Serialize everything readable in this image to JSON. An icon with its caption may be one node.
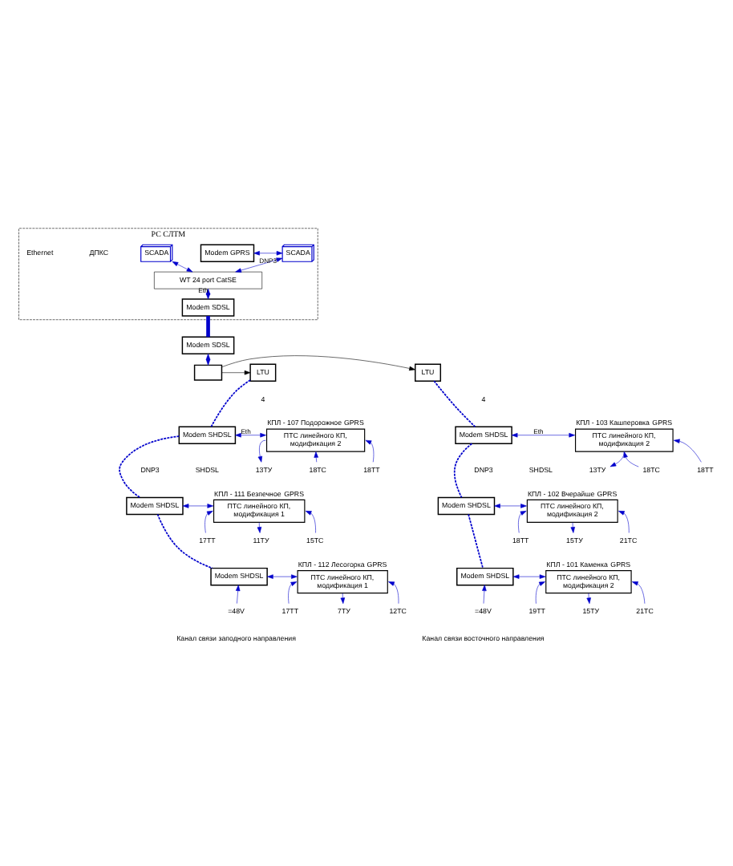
{
  "diagram": {
    "nodes": [
      {
        "text": [
          "РС СЛТМ"
        ]
      },
      {
        "text": [
          "Modem GPRS"
        ],
        "in": 0
      },
      {
        "text": [
          "SCADA"
        ],
        "in": 0
      },
      {
        "text": [
          "SCADA"
        ],
        "in": 0
      },
      {
        "text": [
          "WT 24 port CatSE"
        ],
        "in": 0
      },
      {
        "text": [
          "Modem SDSL"
        ],
        "in": 0
      },
      {
        "text": [
          "Modem SDSL"
        ]
      },
      {
        "text": [],
        "shape": "box"
      },
      {
        "text": [
          "LTU"
        ]
      },
      {
        "text": [
          "LTU"
        ]
      },
      {
        "text": [
          "Modem SHDSL"
        ]
      },
      {
        "text": [
          "ПТС линейного КП, модификация 2"
        ],
        "beside": [
          "КПЛ - 107 Подорожное",
          "GPRS"
        ]
      },
      {
        "text": [
          "Modem SHDSL"
        ]
      },
      {
        "text": [
          "ПТС линейного КП, модификация 1"
        ],
        "beside": [
          "КПЛ - 111 Безпечное",
          "GPRS"
        ]
      },
      {
        "text": [
          "Modem SHDSL"
        ]
      },
      {
        "text": [
          "ПТС линейного КП, модификация 1"
        ],
        "beside": [
          "КПЛ - 112 Лесогорка",
          "GPRS"
        ]
      },
      {
        "text": [
          "Modem SHDSL"
        ]
      },
      {
        "text": [
          "ПТС линейного КП, модификация 2"
        ],
        "beside": [
          "КПЛ - 103 Кашперовка",
          "GPRS"
        ]
      },
      {
        "text": [
          "Modem SHDSL"
        ]
      },
      {
        "text": [
          "ПТС линейного КП, модификация 2"
        ],
        "beside": [
          "КПЛ - 102 Вчерайше",
          "GPRS"
        ]
      },
      {
        "text": [
          "Modem SHDSL"
        ]
      },
      {
        "text": [
          "ПТС линейного КП, модификация 2"
        ],
        "beside": [
          "КПЛ - 101 Каменка",
          "GPRS"
        ]
      },
      {
        "text": [
          "13ТУ"
        ]
      },
      {
        "text": [
          "18ТС"
        ]
      },
      {
        "text": [
          "18ТТ"
        ]
      },
      {
        "text": [
          "11ТУ"
        ]
      },
      {
        "text": [
          "15ТС"
        ]
      },
      {
        "text": [
          "17ТТ"
        ]
      },
      {
        "text": [
          "=48V"
        ]
      },
      {
        "text": [
          "7ТУ"
        ]
      },
      {
        "text": [
          "12ТС"
        ]
      },
      {
        "text": [
          "17ТТ"
        ]
      },
      {
        "text": [
          "13ТУ"
        ]
      },
      {
        "text": [
          "18ТС"
        ]
      },
      {
        "text": [
          "18ТТ"
        ]
      },
      {
        "text": [
          "15ТУ"
        ]
      },
      {
        "text": [
          "21ТС"
        ]
      },
      {
        "text": [
          "18ТТ"
        ]
      },
      {
        "text": [
          "=48V"
        ]
      },
      {
        "text": [
          "15ТУ"
        ]
      },
      {
        "text": [
          "21ТС"
        ]
      },
      {
        "text": [
          "19ТТ"
        ]
      }
    ],
    "edges": [
      {
        "from": 1,
        "to": 2,
        "arrow": "both"
      },
      {
        "from": 2,
        "to": 4,
        "arrow": "both",
        "label": "DNP3"
      },
      {
        "from": 3,
        "to": 4,
        "arrow": "both"
      },
      {
        "from": 4,
        "to": 5,
        "arrow": "both",
        "label": "Eth"
      },
      {
        "from": 5,
        "to": 6,
        "arrow": "none",
        "style": "thick"
      },
      {
        "from": 6,
        "to": 7,
        "arrow": "both"
      },
      {
        "from": 7,
        "to": 8,
        "arrow": "to",
        "color": "#000000"
      },
      {
        "from": 7,
        "to": 9,
        "arrow": "to",
        "color": "#000000"
      },
      {
        "from": 8,
        "to": 10,
        "arrow": "none",
        "style": "dashed"
      },
      {
        "from": 10,
        "to": 12,
        "arrow": "none",
        "style": "dashed"
      },
      {
        "from": 12,
        "to": 14,
        "arrow": "none",
        "style": "dashed"
      },
      {
        "from": 10,
        "to": 11,
        "arrow": "both",
        "label": "Eth"
      },
      {
        "from": 12,
        "to": 13,
        "arrow": "both"
      },
      {
        "from": 14,
        "to": 15,
        "arrow": "both"
      },
      {
        "from": 11,
        "to": 22,
        "arrow": "to"
      },
      {
        "from": 23,
        "to": 11,
        "arrow": "to"
      },
      {
        "from": 24,
        "to": 11,
        "arrow": "to"
      },
      {
        "from": 13,
        "to": 25,
        "arrow": "to"
      },
      {
        "from": 26,
        "to": 13,
        "arrow": "to"
      },
      {
        "from": 27,
        "to": 13,
        "arrow": "to"
      },
      {
        "from": 28,
        "to": 14,
        "arrow": "to"
      },
      {
        "from": 15,
        "to": 29,
        "arrow": "to"
      },
      {
        "from": 30,
        "to": 15,
        "arrow": "to"
      },
      {
        "from": 31,
        "to": 15,
        "arrow": "to"
      },
      {
        "from": 9,
        "to": 16,
        "arrow": "none",
        "style": "dashed"
      },
      {
        "from": 16,
        "to": 18,
        "arrow": "none",
        "style": "dashed"
      },
      {
        "from": 18,
        "to": 20,
        "arrow": "none",
        "style": "dashed"
      },
      {
        "from": 16,
        "to": 17,
        "arrow": "both",
        "label": "Eth"
      },
      {
        "from": 18,
        "to": 19,
        "arrow": "both"
      },
      {
        "from": 20,
        "to": 21,
        "arrow": "both"
      },
      {
        "from": 17,
        "to": 32,
        "arrow": "to"
      },
      {
        "from": 33,
        "to": 17,
        "arrow": "to"
      },
      {
        "from": 34,
        "to": 17,
        "arrow": "to"
      },
      {
        "from": 19,
        "to": 35,
        "arrow": "to"
      },
      {
        "from": 36,
        "to": 19,
        "arrow": "to"
      },
      {
        "from": 37,
        "to": 19,
        "arrow": "to"
      },
      {
        "from": 38,
        "to": 20,
        "arrow": "to"
      },
      {
        "from": 21,
        "to": 39,
        "arrow": "to"
      },
      {
        "from": 40,
        "to": 21,
        "arrow": "to"
      },
      {
        "from": 41,
        "to": 21,
        "arrow": "to"
      }
    ],
    "labels": [
      "ДПКС",
      "Ethernet",
      "4",
      "DNP3",
      "SHDSL",
      "Канал связи заподного направления",
      "4",
      "DNP3",
      "SHDSL",
      "Канал связи восточного направления"
    ]
  }
}
